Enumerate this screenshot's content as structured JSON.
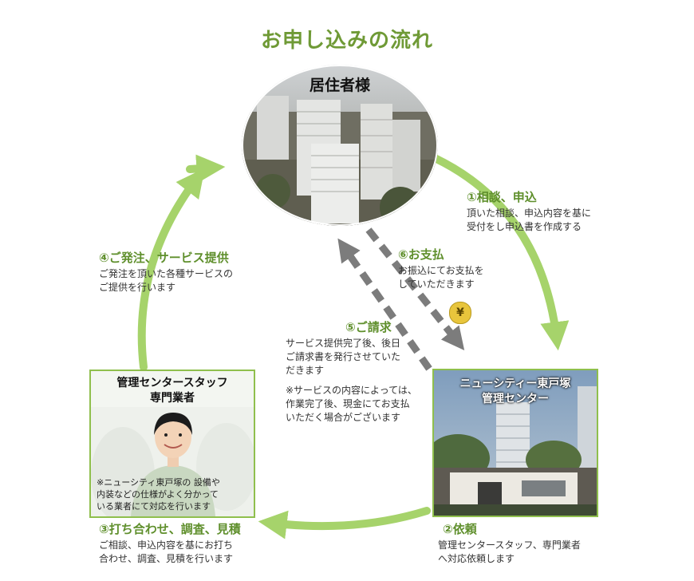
{
  "title": "お申し込みの流れ",
  "resident": {
    "label": "居住者様"
  },
  "steps": {
    "s1": {
      "title": "①相談、申込",
      "lines": [
        "頂いた相談、申込内容を基に",
        "受付をし申込書を作成する"
      ]
    },
    "s2": {
      "title": "②依頼",
      "lines": [
        "管理センタースタッフ、専門業者",
        "へ対応依頼します"
      ]
    },
    "s3": {
      "title": "③打ち合わせ、調査、見積",
      "lines": [
        "ご相談、申込内容を基にお打ち",
        "合わせ、調査、見積を行います"
      ]
    },
    "s4": {
      "title": "④ご発注、サービス提供",
      "lines": [
        "ご発注を頂いた各種サービスの",
        "ご提供を行います"
      ]
    },
    "s5": {
      "title": "⑤ご請求",
      "lines": [
        "サービス提供完了後、後日",
        "ご請求書を発行させていた",
        "だきます"
      ],
      "note_lines": [
        "※サービスの内容によっては、",
        "作業完了後、現金にてお支払",
        "いただく場合がございます"
      ]
    },
    "s6": {
      "title": "⑥お支払",
      "lines": [
        "お振込にてお支払を",
        "していただきます"
      ]
    }
  },
  "yen_symbol": "¥",
  "staff": {
    "title_lines": [
      "管理センタースタッフ",
      "専門業者"
    ],
    "note_lines": [
      "※ニューシティ東戸塚の 設備や",
      "内装などの仕様がよく分かって",
      "いる業者にて対応を行います"
    ]
  },
  "center": {
    "title_lines": [
      "ニューシティー東戸塚",
      "管理センター"
    ]
  },
  "colors": {
    "accent": "#6f9a36",
    "cycle_arrow": "#a6d36b",
    "dashed_arrow": "#7c7c7c",
    "box_border": "#8fbf4d"
  }
}
